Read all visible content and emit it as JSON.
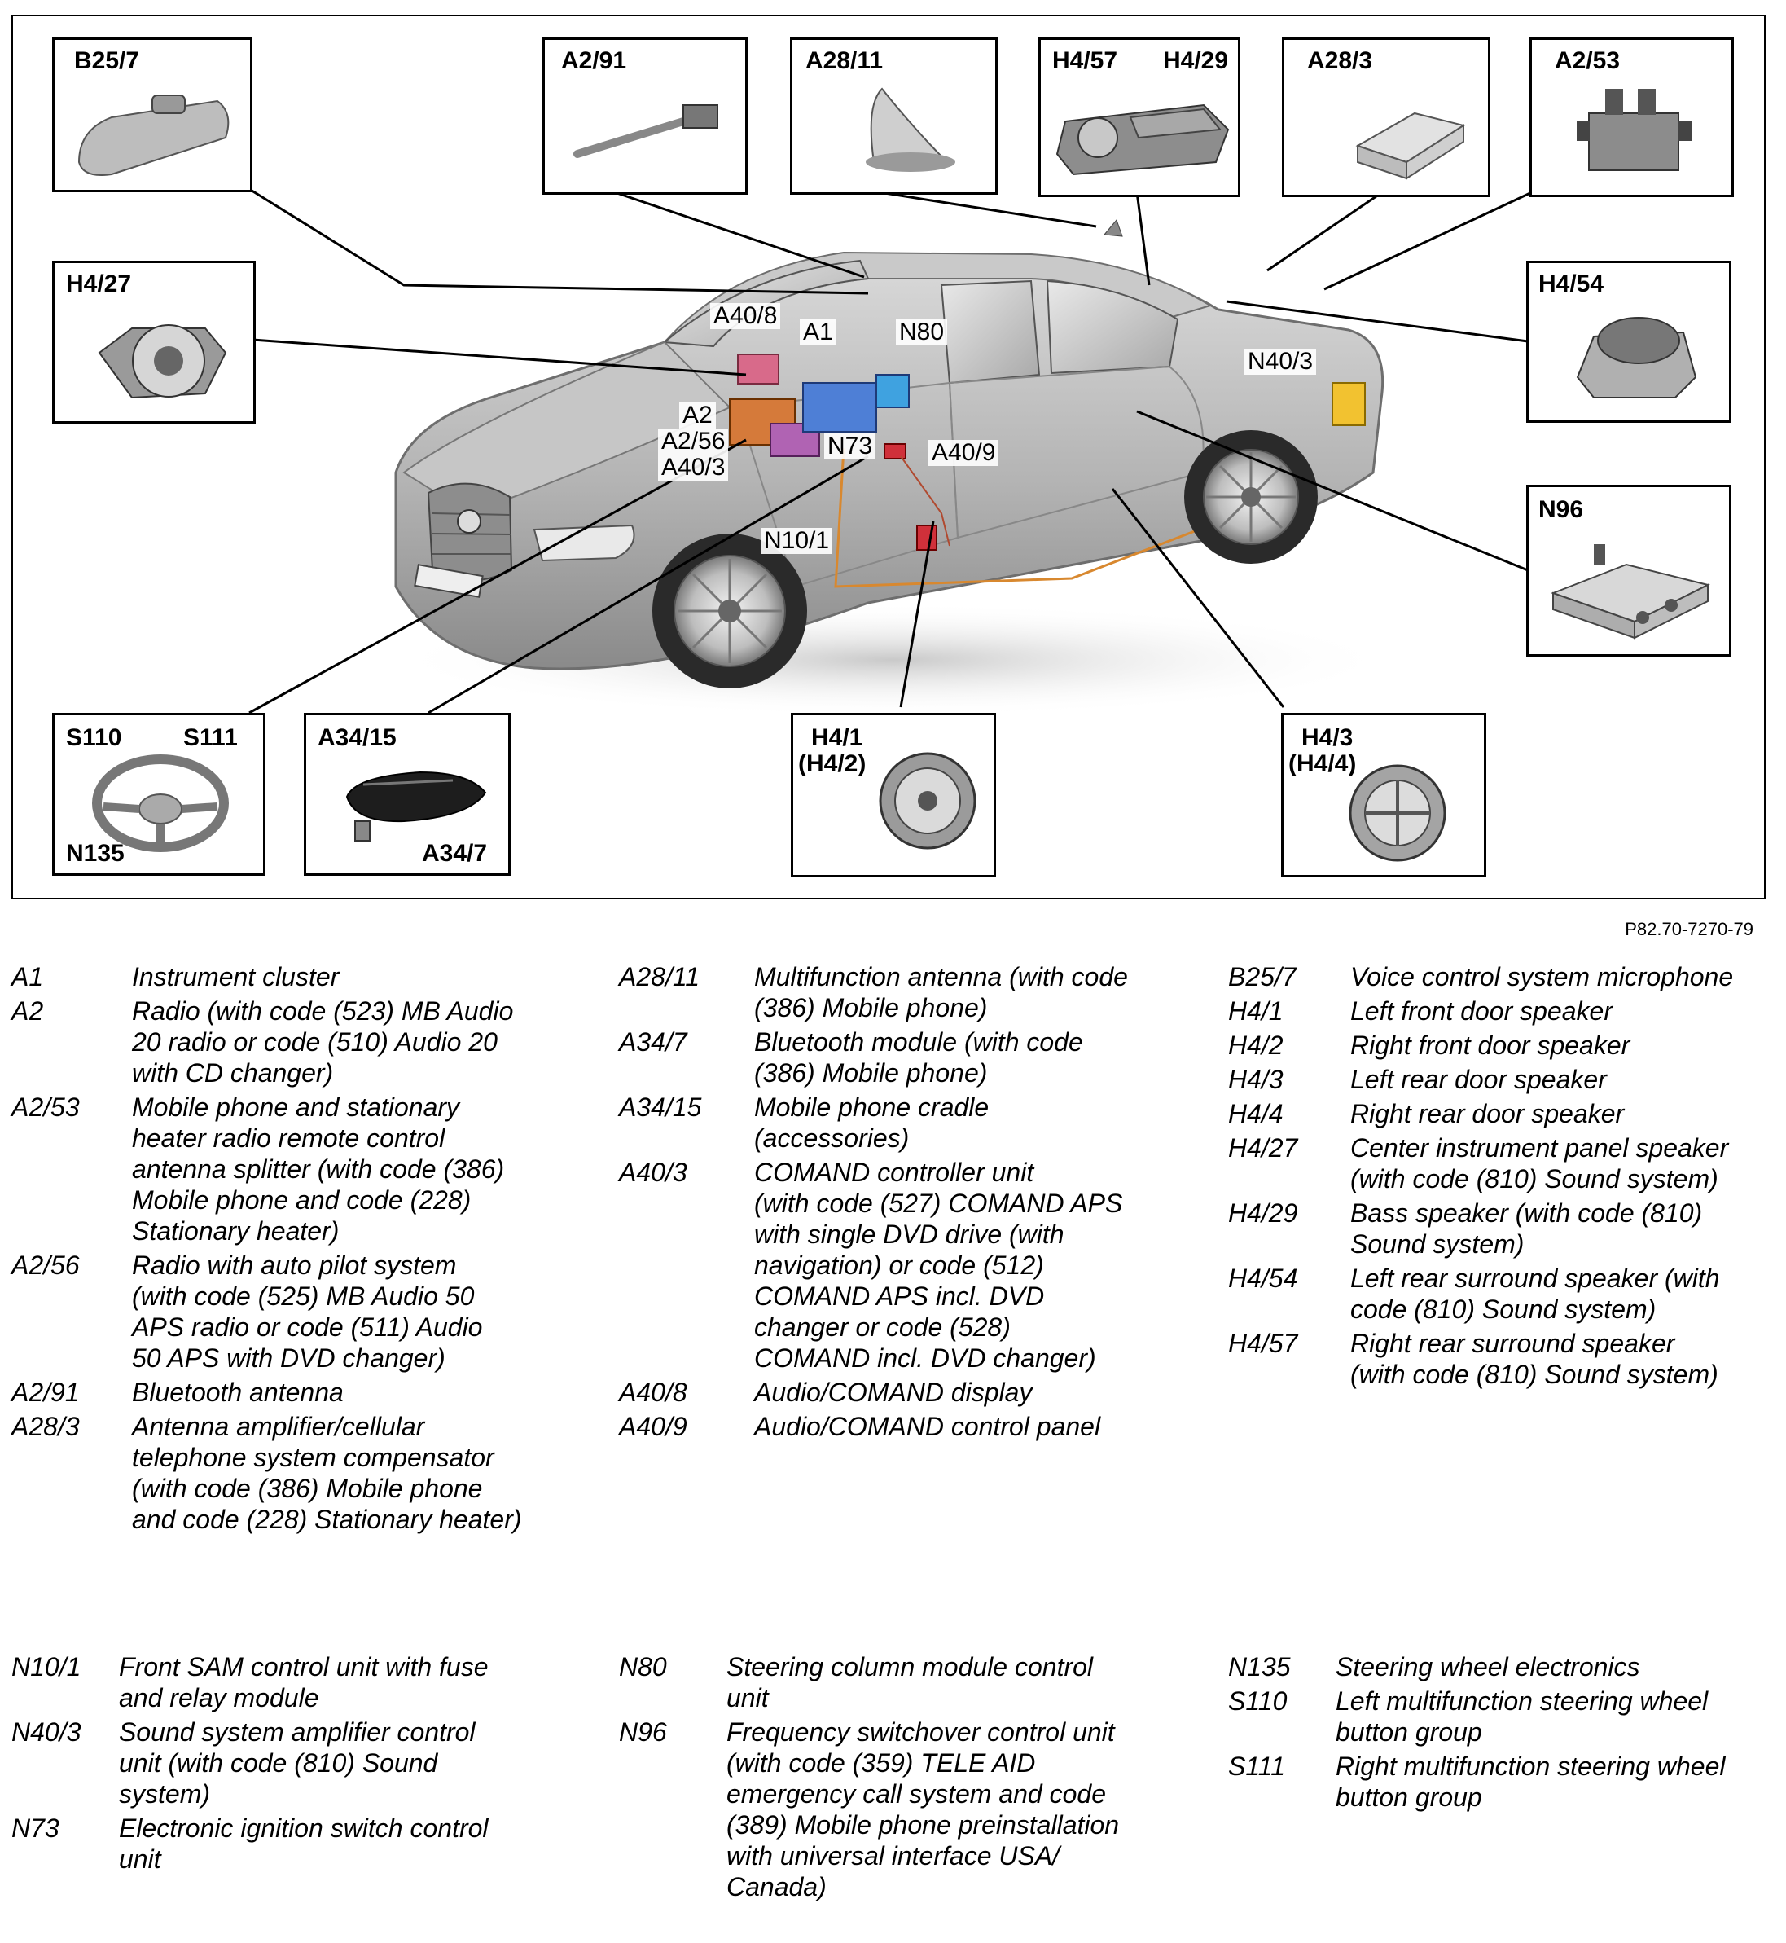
{
  "reference": "P82.70-7270-79",
  "boxes": {
    "b25_7": [
      "B25/7"
    ],
    "a2_91": [
      "A2/91"
    ],
    "a28_11": [
      "A28/11"
    ],
    "h4_57": [
      "H4/57"
    ],
    "h4_29": [
      "H4/29"
    ],
    "a28_3": [
      "A28/3"
    ],
    "a2_53": [
      "A2/53"
    ],
    "h4_27": [
      "H4/27"
    ],
    "h4_54": [
      "H4/54"
    ],
    "n96": [
      "N96"
    ],
    "s110": [
      "S110"
    ],
    "s111": [
      "S111"
    ],
    "n135": [
      "N135"
    ],
    "a34_15": [
      "A34/15"
    ],
    "a34_7": [
      "A34/7"
    ],
    "h4_1": [
      "H4/1"
    ],
    "h4_2": [
      "(H4/2)"
    ],
    "h4_3": [
      "H4/3"
    ],
    "h4_4": [
      "(H4/4)"
    ]
  },
  "car_callouts": {
    "a40_8": "A40/8",
    "a1": "A1",
    "n80": "N80",
    "a2": "A2",
    "a2_56": "A2/56",
    "a40_3": "A40/3",
    "n73": "N73",
    "a40_9": "A40/9",
    "n10_1": "N10/1",
    "n40_3": "N40/3"
  },
  "legend_top": [
    [
      {
        "code": "A1",
        "desc": "Instrument cluster"
      },
      {
        "code": "A2",
        "desc": "Radio (with code (523) MB Audio\n20 radio or code (510) Audio 20\nwith CD changer)"
      },
      {
        "code": "A2/53",
        "desc": "Mobile phone and stationary\nheater radio remote control\nantenna splitter (with code (386)\nMobile phone and code (228)\nStationary heater)"
      },
      {
        "code": "A2/56",
        "desc": "Radio with auto pilot system\n(with code (525) MB Audio 50\nAPS radio or code (511) Audio\n50 APS with DVD changer)"
      },
      {
        "code": "A2/91",
        "desc": "Bluetooth antenna"
      },
      {
        "code": "A28/3",
        "desc": "Antenna amplifier/cellular\ntelephone system compensator\n(with code (386) Mobile phone\nand code (228) Stationary heater)"
      }
    ],
    [
      {
        "code": "A28/11",
        "desc": "Multifunction antenna (with code\n(386) Mobile phone)"
      },
      {
        "code": "A34/7",
        "desc": "Bluetooth module (with code\n(386) Mobile phone)"
      },
      {
        "code": "A34/15",
        "desc": "Mobile phone cradle\n(accessories)"
      },
      {
        "code": "A40/3",
        "desc": "COMAND controller unit\n(with code (527) COMAND APS\nwith single DVD drive (with\nnavigation) or code (512)\nCOMAND APS incl. DVD\nchanger or code (528)\nCOMAND incl. DVD changer)"
      },
      {
        "code": "A40/8",
        "desc": "Audio/COMAND display"
      },
      {
        "code": "A40/9",
        "desc": "Audio/COMAND control panel"
      }
    ],
    [
      {
        "code": "B25/7",
        "desc": "Voice control system microphone"
      },
      {
        "code": "H4/1",
        "desc": "Left front door speaker"
      },
      {
        "code": "H4/2",
        "desc": "Right front door speaker"
      },
      {
        "code": "H4/3",
        "desc": "Left rear door speaker"
      },
      {
        "code": "H4/4",
        "desc": "Right rear door speaker"
      },
      {
        "code": "H4/27",
        "desc": "Center instrument panel speaker\n(with code (810) Sound system)"
      },
      {
        "code": "H4/29",
        "desc": "Bass speaker (with code (810)\nSound system)"
      },
      {
        "code": "H4/54",
        "desc": "Left rear surround speaker (with\ncode (810) Sound system)"
      },
      {
        "code": "H4/57",
        "desc": "Right rear surround speaker\n(with code (810) Sound system)"
      }
    ]
  ],
  "legend_bottom": [
    [
      {
        "code": "N10/1",
        "desc": "Front SAM control unit with fuse\nand relay module"
      },
      {
        "code": "N40/3",
        "desc": "Sound system amplifier control\nunit (with code (810) Sound\nsystem)"
      },
      {
        "code": "N73",
        "desc": "Electronic ignition switch control\nunit"
      }
    ],
    [
      {
        "code": "N80",
        "desc": "Steering column module control\nunit"
      },
      {
        "code": "N96",
        "desc": "Frequency switchover control unit\n(with code (359) TELE AID\nemergency call system and code\n(389) Mobile phone preinstallation\nwith universal interface USA/\nCanada)"
      }
    ],
    [
      {
        "code": "N135",
        "desc": "Steering wheel electronics"
      },
      {
        "code": "S110",
        "desc": "Left multifunction steering wheel\nbutton group"
      },
      {
        "code": "S111",
        "desc": "Right multifunction steering wheel\nbutton group"
      }
    ]
  ]
}
